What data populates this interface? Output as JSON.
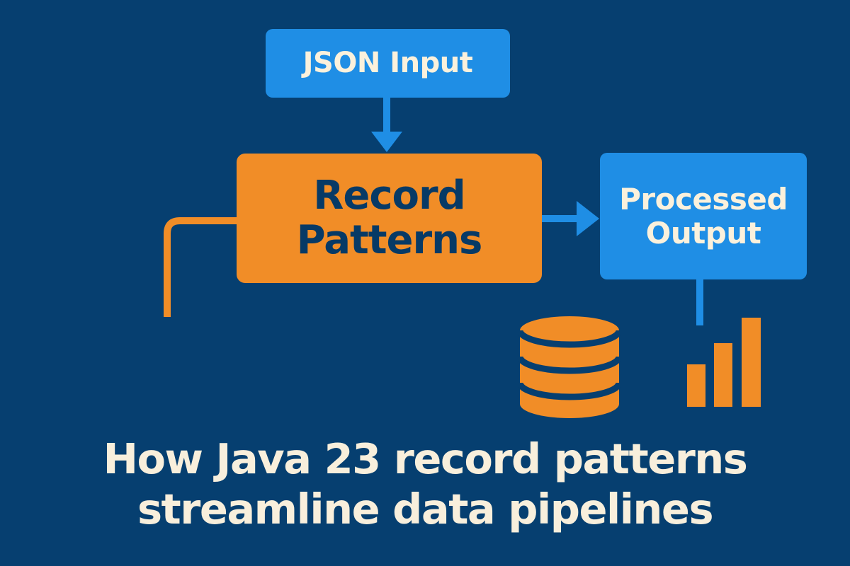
{
  "diagram": {
    "nodes": [
      {
        "id": "json_input",
        "label": "JSON Input"
      },
      {
        "id": "record_patterns",
        "label": "Record\nPatterns"
      },
      {
        "id": "processed_output",
        "label": "Processed\nOutput"
      }
    ],
    "edges": [
      {
        "from": "json_input",
        "to": "record_patterns"
      },
      {
        "from": "record_patterns",
        "to": "processed_output"
      }
    ],
    "icons": [
      "database-icon",
      "bar-chart-icon"
    ]
  },
  "headline": "How Java 23 record patterns\nstreamline data pipelines",
  "colors": {
    "background": "#063f70",
    "blue_node": "#1f8ee5",
    "orange_node": "#f18d27",
    "text_light": "#fbf1dc",
    "text_dark": "#073a66"
  }
}
